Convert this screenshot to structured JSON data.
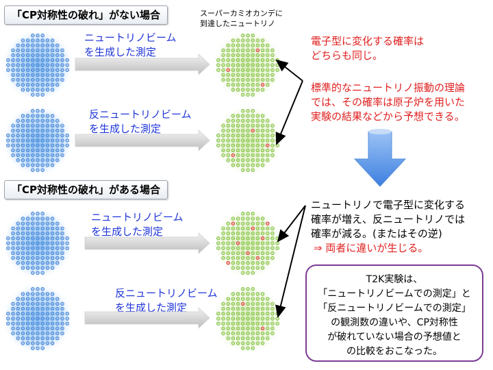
{
  "section_no_cp": {
    "title": "「CP対称性の破れ」がない場合"
  },
  "section_cp": {
    "title": "「CP対称性の破れ」がある場合"
  },
  "detector_caption": {
    "line1": "スーパーカミオカンデに",
    "line2": "到達したニュートリノ"
  },
  "rows": [
    {
      "label_line1": "ニュートリノビーム",
      "label_line2": "を生成した測定"
    },
    {
      "label_line1": "反ニュートリノビーム",
      "label_line2": "を生成した測定"
    },
    {
      "label_line1": "ニュートリノビーム",
      "label_line2": "を生成した測定"
    },
    {
      "label_line1": "反ニュートリノビーム",
      "label_line2": "を生成した測定"
    }
  ],
  "red_note": {
    "line1": "電子型に変化する確率は",
    "line2": "どちらも同じ。",
    "line3": "標準的なニュートリノ振動の理論",
    "line4": "では、その確率は原子炉を用いた",
    "line5": "実験の結果などから予想できる。"
  },
  "black_note": {
    "line1": "ニュートリノで電子型に変化する",
    "line2": "確率が増え、反ニュートリノでは",
    "line3": "確率が減る。(またはその逆)",
    "line4": "⇒ 両者に違いが生じる。"
  },
  "t2k_note": {
    "line1": "T2K実験は、",
    "line2": "「ニュートリノビームでの測定」と",
    "line3": "「反ニュートリノビームでの測定」",
    "line4": "の観測数の違いや、CP対称性",
    "line5": "が破れていない場合の予想値と",
    "line6": "の比較をおこなった。"
  },
  "colors": {
    "blue_text": "#1f35d8",
    "red_text": "#e02020",
    "source_dot": "#3b7fd6",
    "detector_dot": "#7fbf3a",
    "electron_dot": "#e03030",
    "down_arrow": "#3d7fe0",
    "t2k_border": "#7b3a94"
  }
}
